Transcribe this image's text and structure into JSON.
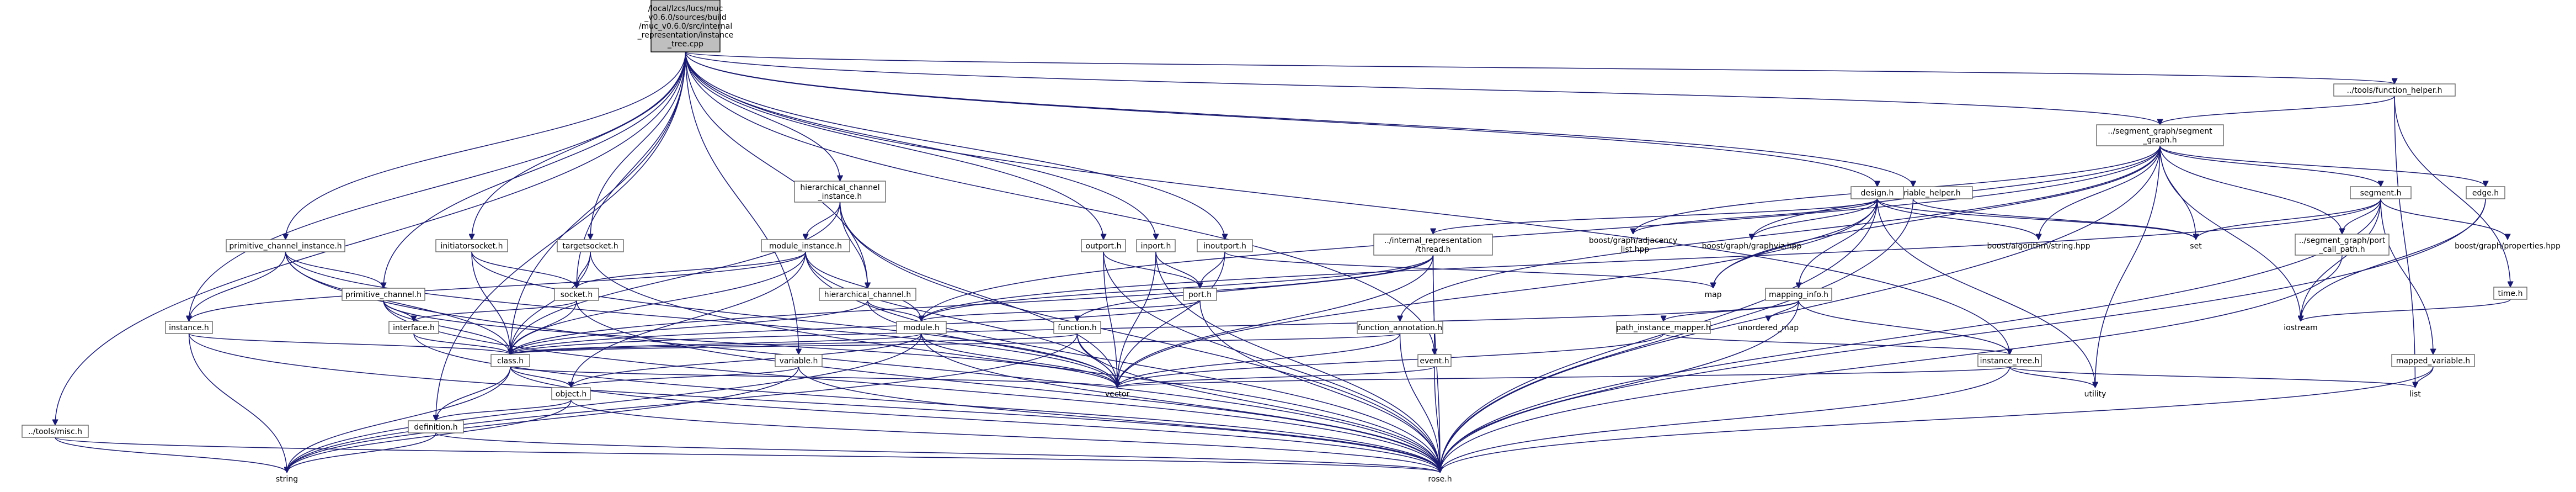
{
  "nodes": [
    {
      "id": "root",
      "lines": [
        "/local/lzcs/lucs/muc",
        "_v0.6.0/sources/build",
        "/muc_v0.6.0/src/internal",
        "_representation/instance",
        "_tree.cpp"
      ],
      "root": true
    },
    {
      "id": "tools_function_helper",
      "lines": [
        "../tools/function_helper.h"
      ]
    },
    {
      "id": "segment_graph",
      "lines": [
        "../segment_graph/segment",
        "_graph.h"
      ]
    },
    {
      "id": "tools_variable_helper",
      "lines": [
        "../tools/variable_helper.h"
      ]
    },
    {
      "id": "hierarchical_channel_instance",
      "lines": [
        "hierarchical_channel",
        "_instance.h"
      ]
    },
    {
      "id": "design",
      "lines": [
        "design.h"
      ]
    },
    {
      "id": "segment",
      "lines": [
        "segment.h"
      ]
    },
    {
      "id": "edge",
      "lines": [
        "edge.h"
      ]
    },
    {
      "id": "primitive_channel_instance",
      "lines": [
        "primitive_channel_instance.h"
      ]
    },
    {
      "id": "initiatorsocket",
      "lines": [
        "initiatorsocket.h"
      ]
    },
    {
      "id": "targetsocket",
      "lines": [
        "targetsocket.h"
      ]
    },
    {
      "id": "module_instance",
      "lines": [
        "module_instance.h"
      ]
    },
    {
      "id": "outport",
      "lines": [
        "outport.h"
      ]
    },
    {
      "id": "inport",
      "lines": [
        "inport.h"
      ]
    },
    {
      "id": "inoutport",
      "lines": [
        "inoutport.h"
      ]
    },
    {
      "id": "internal_thread",
      "lines": [
        "../internal_representation",
        "/thread.h"
      ]
    },
    {
      "id": "boost_adjacency",
      "lines": [
        "boost/graph/adjacency",
        "_list.hpp"
      ],
      "plain": true
    },
    {
      "id": "boost_graphviz",
      "lines": [
        "boost/graph/graphviz.hpp"
      ],
      "plain": true
    },
    {
      "id": "boost_string",
      "lines": [
        "boost/algorithm/string.hpp"
      ],
      "plain": true
    },
    {
      "id": "set",
      "lines": [
        "set"
      ],
      "plain": true
    },
    {
      "id": "segment_graph_port",
      "lines": [
        "../segment_graph/port",
        "_call_path.h"
      ]
    },
    {
      "id": "boost_properties",
      "lines": [
        "boost/graph/properties.hpp"
      ],
      "plain": true
    },
    {
      "id": "time",
      "lines": [
        "time.h"
      ]
    },
    {
      "id": "socket",
      "lines": [
        "socket.h"
      ]
    },
    {
      "id": "primitive_channel",
      "lines": [
        "primitive_channel.h"
      ]
    },
    {
      "id": "hierarchical_channel",
      "lines": [
        "hierarchical_channel.h"
      ]
    },
    {
      "id": "port",
      "lines": [
        "port.h"
      ]
    },
    {
      "id": "map",
      "lines": [
        "map"
      ],
      "plain": true
    },
    {
      "id": "mapping_info",
      "lines": [
        "mapping_info.h"
      ]
    },
    {
      "id": "interface",
      "lines": [
        "interface.h"
      ]
    },
    {
      "id": "module",
      "lines": [
        "module.h"
      ]
    },
    {
      "id": "function",
      "lines": [
        "function.h"
      ]
    },
    {
      "id": "function_annotation",
      "lines": [
        "function_annotation.h"
      ]
    },
    {
      "id": "path_instance_mapper",
      "lines": [
        "path_instance_mapper.h"
      ]
    },
    {
      "id": "unordered_map",
      "lines": [
        "unordered_map"
      ],
      "plain": true
    },
    {
      "id": "iostream",
      "lines": [
        "iostream"
      ],
      "plain": true
    },
    {
      "id": "instance",
      "lines": [
        "instance.h"
      ]
    },
    {
      "id": "class",
      "lines": [
        "class.h"
      ]
    },
    {
      "id": "variable",
      "lines": [
        "variable.h"
      ]
    },
    {
      "id": "event",
      "lines": [
        "event.h"
      ]
    },
    {
      "id": "instance_tree",
      "lines": [
        "instance_tree.h"
      ]
    },
    {
      "id": "mapped_variable",
      "lines": [
        "mapped_variable.h"
      ]
    },
    {
      "id": "object",
      "lines": [
        "object.h"
      ]
    },
    {
      "id": "vector",
      "lines": [
        "vector"
      ],
      "plain": true
    },
    {
      "id": "utility",
      "lines": [
        "utility"
      ],
      "plain": true
    },
    {
      "id": "list",
      "lines": [
        "list"
      ],
      "plain": true
    },
    {
      "id": "tools_misc",
      "lines": [
        "../tools/misc.h"
      ]
    },
    {
      "id": "definition",
      "lines": [
        "definition.h"
      ]
    },
    {
      "id": "string",
      "lines": [
        "string"
      ],
      "plain": true
    },
    {
      "id": "rose",
      "lines": [
        "rose.h"
      ],
      "plain": true
    }
  ],
  "edges": [
    [
      "root",
      "tools_function_helper"
    ],
    [
      "root",
      "segment_graph"
    ],
    [
      "root",
      "tools_variable_helper"
    ],
    [
      "root",
      "hierarchical_channel_instance"
    ],
    [
      "root",
      "design"
    ],
    [
      "root",
      "primitive_channel_instance"
    ],
    [
      "root",
      "initiatorsocket"
    ],
    [
      "root",
      "targetsocket"
    ],
    [
      "root",
      "outport"
    ],
    [
      "root",
      "inport"
    ],
    [
      "root",
      "inoutport"
    ],
    [
      "root",
      "socket"
    ],
    [
      "root",
      "primitive_channel"
    ],
    [
      "root",
      "hierarchical_channel"
    ],
    [
      "root",
      "instance"
    ],
    [
      "root",
      "variable"
    ],
    [
      "root",
      "event"
    ],
    [
      "root",
      "instance_tree"
    ],
    [
      "root",
      "tools_misc"
    ],
    [
      "root",
      "definition"
    ],
    [
      "root",
      "class"
    ],
    [
      "tools_function_helper",
      "segment_graph"
    ],
    [
      "tools_function_helper",
      "time"
    ],
    [
      "tools_function_helper",
      "list"
    ],
    [
      "segment_graph",
      "segment"
    ],
    [
      "segment_graph",
      "edge"
    ],
    [
      "segment_graph",
      "boost_adjacency"
    ],
    [
      "segment_graph",
      "boost_graphviz"
    ],
    [
      "segment_graph",
      "boost_string"
    ],
    [
      "segment_graph",
      "set"
    ],
    [
      "segment_graph",
      "segment_graph_port"
    ],
    [
      "segment_graph",
      "iostream"
    ],
    [
      "segment_graph",
      "rose"
    ],
    [
      "segment_graph",
      "utility"
    ],
    [
      "segment_graph",
      "function_annotation"
    ],
    [
      "segment_graph",
      "module"
    ],
    [
      "segment_graph",
      "map"
    ],
    [
      "tools_variable_helper",
      "set"
    ],
    [
      "tools_variable_helper",
      "rose"
    ],
    [
      "hierarchical_channel_instance",
      "module_instance"
    ],
    [
      "hierarchical_channel_instance",
      "hierarchical_channel"
    ],
    [
      "hierarchical_channel_instance",
      "class"
    ],
    [
      "hierarchical_channel_instance",
      "vector"
    ],
    [
      "hierarchical_channel_instance",
      "rose"
    ],
    [
      "design",
      "internal_thread"
    ],
    [
      "design",
      "boost_adjacency"
    ],
    [
      "design",
      "boost_graphviz"
    ],
    [
      "design",
      "boost_string"
    ],
    [
      "design",
      "set"
    ],
    [
      "design",
      "map"
    ],
    [
      "design",
      "mapping_info"
    ],
    [
      "design",
      "vector"
    ],
    [
      "design",
      "rose"
    ],
    [
      "design",
      "utility"
    ],
    [
      "segment",
      "set"
    ],
    [
      "segment",
      "segment_graph_port"
    ],
    [
      "segment",
      "boost_properties"
    ],
    [
      "segment",
      "iostream"
    ],
    [
      "segment",
      "rose"
    ],
    [
      "segment",
      "mapped_variable"
    ],
    [
      "segment",
      "module"
    ],
    [
      "edge",
      "rose"
    ],
    [
      "edge",
      "iostream"
    ],
    [
      "primitive_channel_instance",
      "primitive_channel"
    ],
    [
      "primitive_channel_instance",
      "instance"
    ],
    [
      "primitive_channel_instance",
      "class"
    ],
    [
      "primitive_channel_instance",
      "rose"
    ],
    [
      "primitive_channel_instance",
      "vector"
    ],
    [
      "initiatorsocket",
      "socket"
    ],
    [
      "initiatorsocket",
      "class"
    ],
    [
      "initiatorsocket",
      "vector"
    ],
    [
      "targetsocket",
      "socket"
    ],
    [
      "targetsocket",
      "class"
    ],
    [
      "targetsocket",
      "rose"
    ],
    [
      "module_instance",
      "instance"
    ],
    [
      "module_instance",
      "module"
    ],
    [
      "module_instance",
      "class"
    ],
    [
      "module_instance",
      "object"
    ],
    [
      "module_instance",
      "vector"
    ],
    [
      "module_instance",
      "rose"
    ],
    [
      "module_instance",
      "socket"
    ],
    [
      "outport",
      "port"
    ],
    [
      "outport",
      "vector"
    ],
    [
      "outport",
      "rose"
    ],
    [
      "inport",
      "port"
    ],
    [
      "inport",
      "vector"
    ],
    [
      "inport",
      "rose"
    ],
    [
      "inoutport",
      "port"
    ],
    [
      "inoutport",
      "vector"
    ],
    [
      "inoutport",
      "map"
    ],
    [
      "internal_thread",
      "module"
    ],
    [
      "internal_thread",
      "class"
    ],
    [
      "internal_thread",
      "function"
    ],
    [
      "internal_thread",
      "event"
    ],
    [
      "internal_thread",
      "vector"
    ],
    [
      "internal_thread",
      "rose"
    ],
    [
      "segment_graph_port",
      "rose"
    ],
    [
      "time",
      "iostream"
    ],
    [
      "socket",
      "interface"
    ],
    [
      "socket",
      "class"
    ],
    [
      "socket",
      "rose"
    ],
    [
      "primitive_channel",
      "interface"
    ],
    [
      "primitive_channel",
      "class"
    ],
    [
      "primitive_channel",
      "vector"
    ],
    [
      "primitive_channel",
      "rose"
    ],
    [
      "hierarchical_channel",
      "module"
    ],
    [
      "hierarchical_channel",
      "class"
    ],
    [
      "hierarchical_channel",
      "vector"
    ],
    [
      "port",
      "module"
    ],
    [
      "port",
      "class"
    ],
    [
      "port",
      "rose"
    ],
    [
      "mapping_info",
      "path_instance_mapper"
    ],
    [
      "mapping_info",
      "unordered_map"
    ],
    [
      "mapping_info",
      "instance_tree"
    ],
    [
      "mapping_info",
      "rose"
    ],
    [
      "mapping_info",
      "class"
    ],
    [
      "interface",
      "class"
    ],
    [
      "interface",
      "rose"
    ],
    [
      "module",
      "class"
    ],
    [
      "module",
      "vector"
    ],
    [
      "module",
      "rose"
    ],
    [
      "module",
      "object"
    ],
    [
      "module",
      "string"
    ],
    [
      "function",
      "class"
    ],
    [
      "function",
      "vector"
    ],
    [
      "function",
      "string"
    ],
    [
      "function",
      "rose"
    ],
    [
      "function_annotation",
      "class"
    ],
    [
      "function_annotation",
      "rose"
    ],
    [
      "function_annotation",
      "vector"
    ],
    [
      "path_instance_mapper",
      "instance_tree"
    ],
    [
      "path_instance_mapper",
      "vector"
    ],
    [
      "instance",
      "class"
    ],
    [
      "instance",
      "string"
    ],
    [
      "instance",
      "rose"
    ],
    [
      "class",
      "object"
    ],
    [
      "class",
      "vector"
    ],
    [
      "class",
      "definition"
    ],
    [
      "class",
      "string"
    ],
    [
      "class",
      "rose"
    ],
    [
      "variable",
      "object"
    ],
    [
      "variable",
      "rose"
    ],
    [
      "variable",
      "string"
    ],
    [
      "event",
      "vector"
    ],
    [
      "event",
      "rose"
    ],
    [
      "instance_tree",
      "vector"
    ],
    [
      "instance_tree",
      "utility"
    ],
    [
      "instance_tree",
      "list"
    ],
    [
      "instance_tree",
      "rose"
    ],
    [
      "mapped_variable",
      "list"
    ],
    [
      "mapped_variable",
      "rose"
    ],
    [
      "object",
      "definition"
    ],
    [
      "object",
      "string"
    ],
    [
      "object",
      "rose"
    ],
    [
      "tools_misc",
      "string"
    ],
    [
      "tools_misc",
      "rose"
    ],
    [
      "definition",
      "string"
    ],
    [
      "definition",
      "rose"
    ]
  ]
}
